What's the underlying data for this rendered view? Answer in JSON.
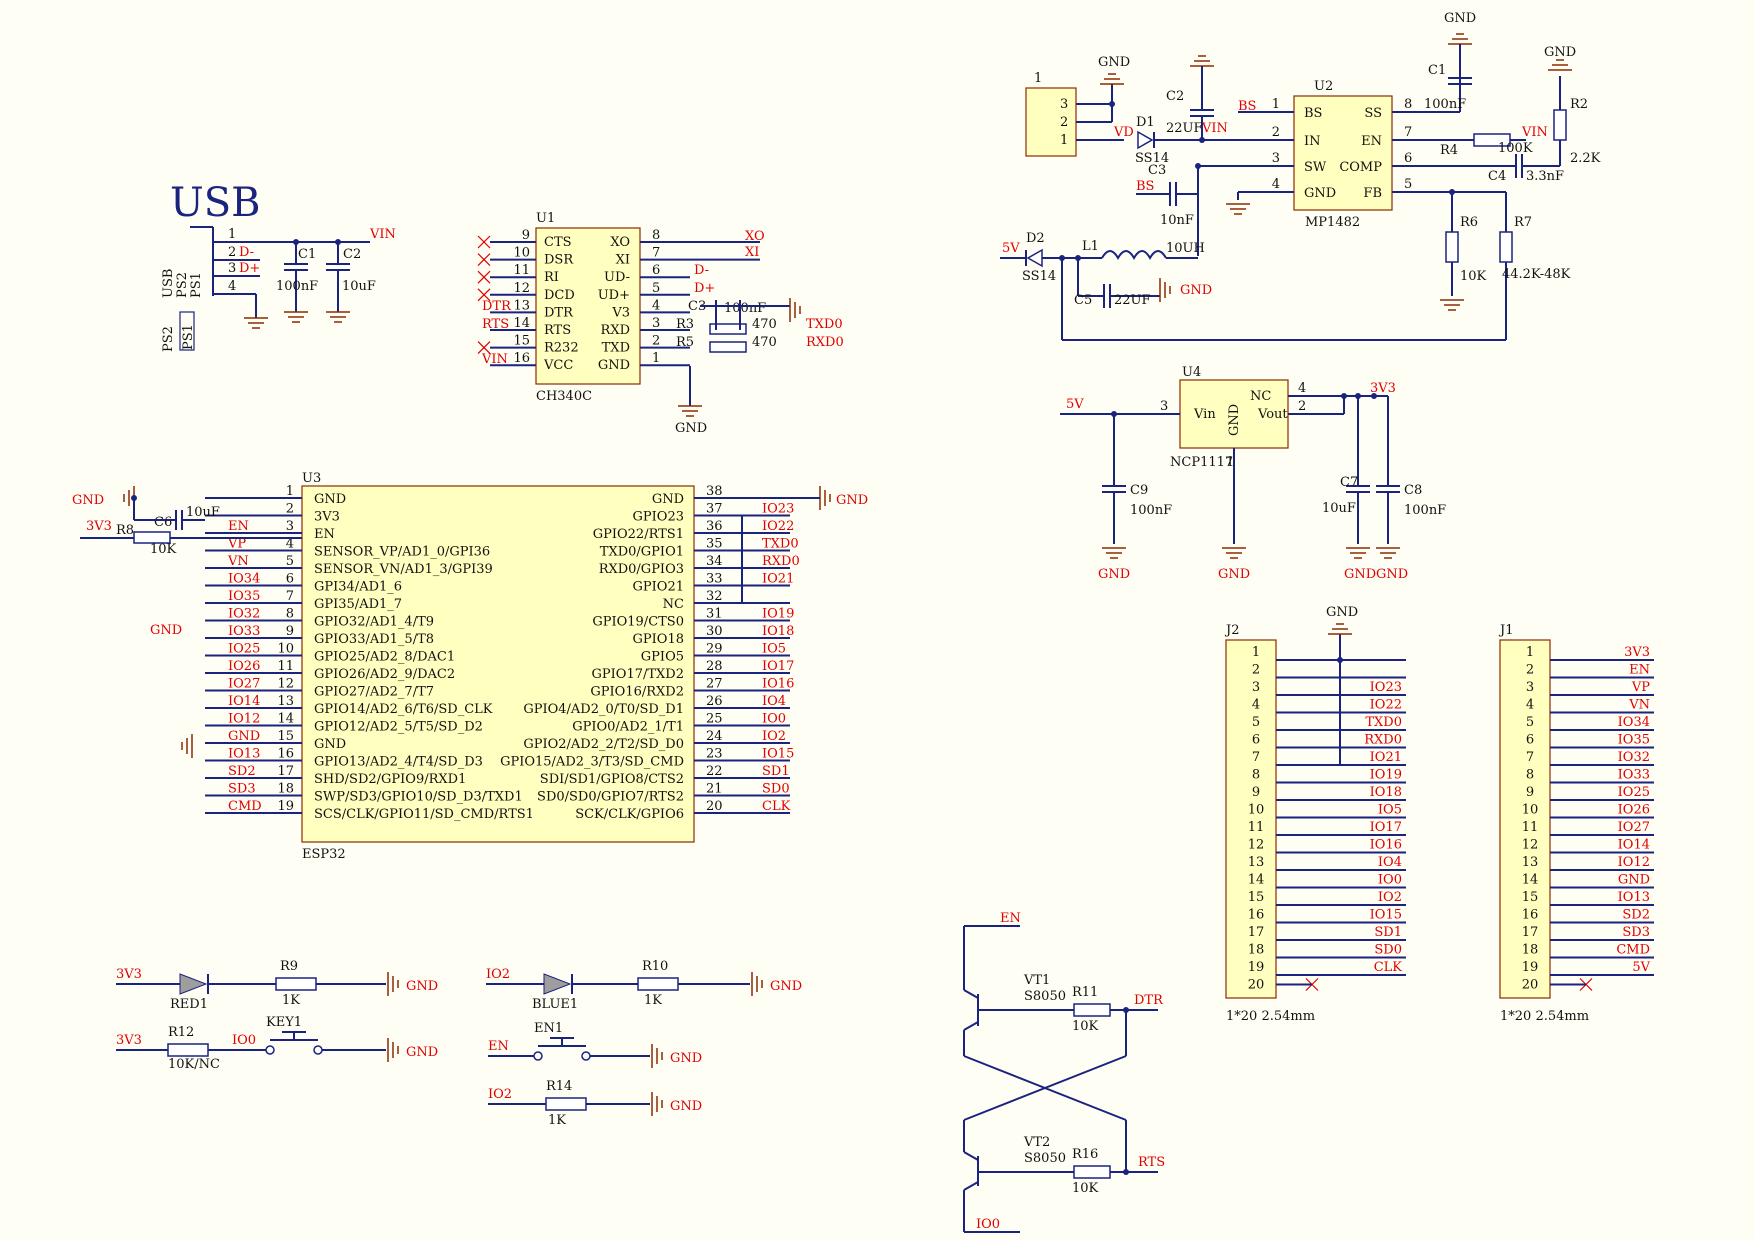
{
  "title": "USB",
  "usb": {
    "lbl_usb": "USB",
    "lbl_ps2": "PS2",
    "lbl_ps1": "PS1",
    "pin1": "1",
    "pin2": "2",
    "pin3": "3",
    "pin4": "4",
    "net_dm": "D-",
    "net_dp": "D+",
    "net_vin": "VIN",
    "c1": "C1",
    "c1v": "100nF",
    "c2": "C2",
    "c2v": "10uF",
    "ps2": "PS2",
    "ps1": "PS1"
  },
  "ch340": {
    "ref": "U1",
    "part": "CH340C",
    "left": [
      [
        "9",
        "CTS"
      ],
      [
        "10",
        "DSR"
      ],
      [
        "11",
        "RI"
      ],
      [
        "12",
        "DCD"
      ],
      [
        "13",
        "DTR"
      ],
      [
        "14",
        "RTS"
      ],
      [
        "15",
        "R232"
      ],
      [
        "16",
        "VCC"
      ]
    ],
    "right": [
      [
        "8",
        "XO"
      ],
      [
        "7",
        "XI"
      ],
      [
        "6",
        "UD-"
      ],
      [
        "5",
        "UD+"
      ],
      [
        "4",
        "V3"
      ],
      [
        "3",
        "RXD"
      ],
      [
        "2",
        "TXD"
      ],
      [
        "1",
        "GND"
      ]
    ],
    "net_xo": "XO",
    "net_xi": "XI",
    "net_dm": "D-",
    "net_dp": "D+",
    "net_dtr": "DTR",
    "net_rts": "RTS",
    "net_vin": "VIN",
    "c3": "C3",
    "c3v": "100nF",
    "r3": "R3",
    "r3v": "470",
    "r5": "R5",
    "r5v": "470",
    "net_txd0": "TXD0",
    "net_rxd0": "RXD0",
    "gnd": "GND"
  },
  "esp32": {
    "ref": "U3",
    "part": "ESP32",
    "left": [
      [
        "1",
        "GND",
        "GND"
      ],
      [
        "2",
        "3V3",
        "3V3"
      ],
      [
        "3",
        "EN",
        "EN"
      ],
      [
        "4",
        "SENSOR_VP/AD1_0/GPI36",
        "VP"
      ],
      [
        "5",
        "SENSOR_VN/AD1_3/GPI39",
        "VN"
      ],
      [
        "6",
        "GPI34/AD1_6",
        "IO34"
      ],
      [
        "7",
        "GPI35/AD1_7",
        "IO35"
      ],
      [
        "8",
        "GPIO32/AD1_4/T9",
        "IO32"
      ],
      [
        "9",
        "GPIO33/AD1_5/T8",
        "IO33"
      ],
      [
        "10",
        "GPIO25/AD2_8/DAC1",
        "IO25"
      ],
      [
        "11",
        "GPIO26/AD2_9/DAC2",
        "IO26"
      ],
      [
        "12",
        "GPIO27/AD2_7/T7",
        "IO27"
      ],
      [
        "13",
        "GPIO14/AD2_6/T6/SD_CLK",
        "IO14"
      ],
      [
        "14",
        "GPIO12/AD2_5/T5/SD_D2",
        "IO12"
      ],
      [
        "15",
        "GND",
        "GND"
      ],
      [
        "16",
        "GPIO13/AD2_4/T4/SD_D3",
        "IO13"
      ],
      [
        "17",
        "SHD/SD2/GPIO9/RXD1",
        "SD2"
      ],
      [
        "18",
        "SWP/SD3/GPIO10/SD_D3/TXD1",
        "SD3"
      ],
      [
        "19",
        "SCS/CLK/GPIO11/SD_CMD/RTS1",
        "CMD"
      ]
    ],
    "right": [
      [
        "38",
        "GND",
        "GND"
      ],
      [
        "37",
        "GPIO23",
        "IO23"
      ],
      [
        "36",
        "GPIO22/RTS1",
        "IO22"
      ],
      [
        "35",
        "TXD0/GPIO1",
        "TXD0"
      ],
      [
        "34",
        "RXD0/GPIO3",
        "RXD0"
      ],
      [
        "33",
        "GPIO21",
        "IO21"
      ],
      [
        "32",
        "NC",
        ""
      ],
      [
        "31",
        "GPIO19/CTS0",
        "IO19"
      ],
      [
        "30",
        "GPIO18",
        "IO18"
      ],
      [
        "29",
        "GPIO5",
        "IO5"
      ],
      [
        "28",
        "GPIO17/TXD2",
        "IO17"
      ],
      [
        "27",
        "GPIO16/RXD2",
        "IO16"
      ],
      [
        "26",
        "GPIO4/AD2_0/T0/SD_D1",
        "IO4"
      ],
      [
        "25",
        "GPIO0/AD2_1/T1",
        "IO0"
      ],
      [
        "24",
        "GPIO2/AD2_2/T2/SD_D0",
        "IO2"
      ],
      [
        "23",
        "GPIO15/AD2_3/T3/SD_CMD",
        "IO15"
      ],
      [
        "22",
        "SDI/SD1/GPIO8/CTS2",
        "SD1"
      ],
      [
        "21",
        "SD0/SD0/GPIO7/RTS2",
        "SD0"
      ],
      [
        "20",
        "SCK/CLK/GPIO6",
        "CLK"
      ]
    ],
    "c6": "C6",
    "c6v": "10uF",
    "r8": "R8",
    "r8v": "10K",
    "net_3v3": "3V3",
    "gnd": "GND"
  },
  "mp1482": {
    "ref": "U2",
    "part": "MP1482",
    "left": [
      [
        "1",
        "BS"
      ],
      [
        "2",
        "IN"
      ],
      [
        "3",
        "SW"
      ],
      [
        "4",
        "GND"
      ]
    ],
    "right": [
      [
        "8",
        "SS"
      ],
      [
        "7",
        "EN"
      ],
      [
        "6",
        "COMP"
      ],
      [
        "5",
        "FB"
      ]
    ],
    "conn": "1",
    "conn_pins": [
      "3",
      "2",
      "1"
    ],
    "gnd": "GND",
    "net_vd": "VD",
    "net_bs": "BS",
    "net_vin": "VIN",
    "net_5v": "5V",
    "d1": "D1",
    "d1v": "SS14",
    "d2": "D2",
    "d2v": "SS14",
    "c1": "C1",
    "c1v": "100nF",
    "c2": "C2",
    "c2v": "22UF",
    "c3": "C3",
    "c3v": "10nF",
    "c4": "C4",
    "c4v": "3.3nF",
    "c5": "C5",
    "c5v": "22UF",
    "l1": "L1",
    "l1v": "10UH",
    "r2": "R2",
    "r2v": "2.2K",
    "r4": "R4",
    "r4v": "100K",
    "r6": "R6",
    "r6v": "10K",
    "r7": "R7",
    "r7v": "44.2K-48K"
  },
  "ncp": {
    "ref": "U4",
    "part": "NCP1117",
    "vin": "Vin",
    "vout": "Vout",
    "nc": "NC",
    "gndlbl": "GND",
    "p3": "3",
    "p4": "4",
    "p2": "2",
    "p1": "1",
    "net_5v": "5V",
    "net_3v3": "3V3",
    "c9": "C9",
    "c9v": "100nF",
    "c7": "C7",
    "c7v": "10uF",
    "c8": "C8",
    "c8v": "100nF",
    "gnd": "GND"
  },
  "j2": {
    "ref": "J2",
    "footer": "1*20 2.54mm",
    "gnd": "GND",
    "nets": [
      "",
      "",
      "IO23",
      "IO22",
      "TXD0",
      "RXD0",
      "IO21",
      "IO19",
      "IO18",
      "IO5",
      "IO17",
      "IO16",
      "IO4",
      "IO0",
      "IO2",
      "IO15",
      "SD1",
      "SD0",
      "CLK",
      ""
    ]
  },
  "j1": {
    "ref": "J1",
    "footer": "1*20 2.54mm",
    "nets": [
      "3V3",
      "EN",
      "VP",
      "VN",
      "IO34",
      "IO35",
      "IO32",
      "IO33",
      "IO25",
      "IO26",
      "IO27",
      "IO14",
      "IO12",
      "GND",
      "IO13",
      "SD2",
      "SD3",
      "CMD",
      "5V",
      ""
    ]
  },
  "leds": {
    "net_3v3": "3V3",
    "red": "RED1",
    "r9": "R9",
    "r9v": "1K",
    "gnd": "GND",
    "net_io2": "IO2",
    "blue": "BLUE1",
    "r10": "R10",
    "r10v": "1K",
    "r12": "R12",
    "r12v": "10K/NC",
    "net_io0": "IO0",
    "key1": "KEY1",
    "net_en": "EN",
    "en1": "EN1",
    "r14": "R14",
    "r14v": "1K"
  },
  "autoreset": {
    "net_en": "EN",
    "vt1": "VT1",
    "vt1v": "S8050",
    "r11": "R11",
    "r11v": "10K",
    "net_dtr": "DTR",
    "vt2": "VT2",
    "vt2v": "S8050",
    "r16": "R16",
    "r16v": "10K",
    "net_rts": "RTS",
    "net_io0": "IO0"
  }
}
